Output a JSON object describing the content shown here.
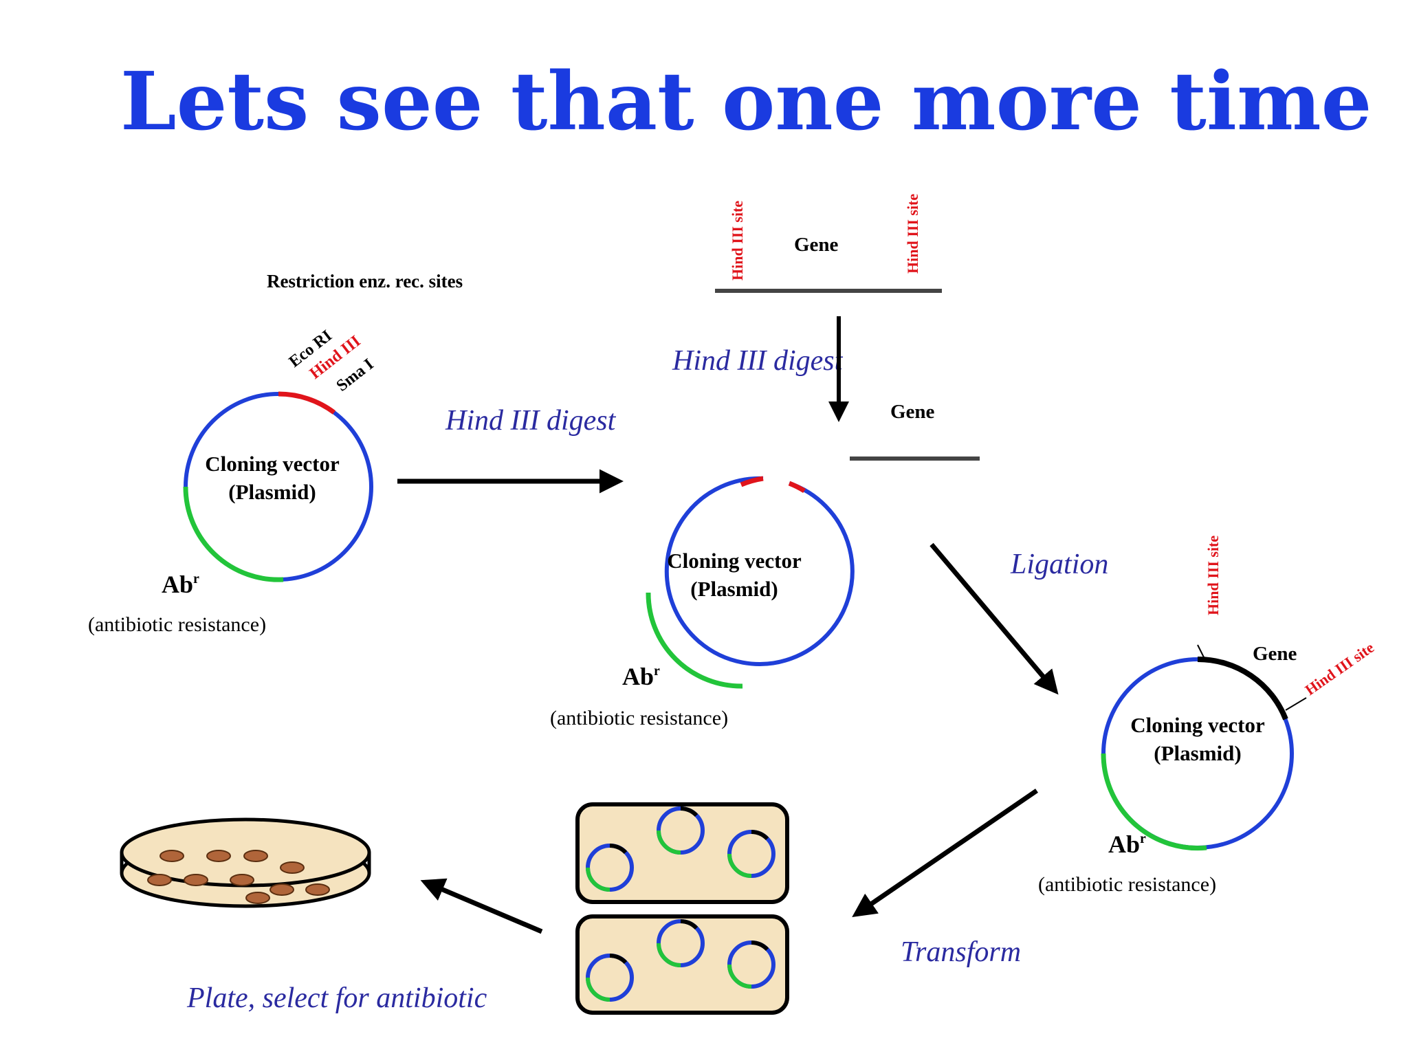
{
  "title": "Lets see that one more time",
  "labels": {
    "restriction_sites_heading": "Restriction enz. rec. sites",
    "eco_ri": "Eco RI",
    "hind_iii_short": "Hind III",
    "sma_i": "Sma I",
    "cloning_vector_line1": "Cloning vector",
    "cloning_vector_line2": "(Plasmid)",
    "abr": "Ab",
    "abr_sup": "r",
    "antibiotic_resistance": "(antibiotic resistance)",
    "gene": "Gene",
    "hind_iii_site": "Hind III site"
  },
  "steps": {
    "hind_digest": "Hind III digest",
    "ligation": "Ligation",
    "transform": "Transform",
    "plate_select": "Plate, select for antibiotic"
  },
  "colors": {
    "title": "#1a3be0",
    "plasmid": "#1f3fd8",
    "resistance_segment": "#22c43a",
    "hind_site": "#e0141b",
    "gene_segment": "#000000",
    "cell": "#f5e3bf",
    "colony": "#b0653a",
    "step_text": "#2a2aa0"
  }
}
